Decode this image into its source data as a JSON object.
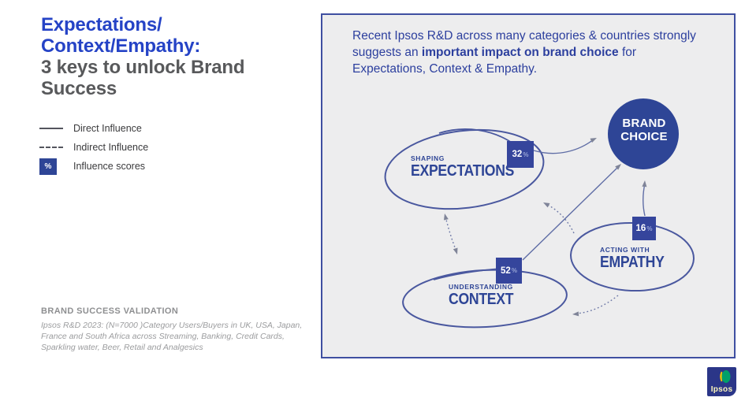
{
  "colors": {
    "title_accent": "#2543c6",
    "title_gray": "#58595b",
    "diagram_blue": "#2e4596",
    "panel_bg": "#ededee",
    "panel_border": "#3f4fa1",
    "intro_text": "#2c3f9e"
  },
  "left": {
    "title": {
      "line1": "Expectations/",
      "line2": "Context/Empathy:",
      "line3": "3 keys to unlock Brand",
      "line4": "Success"
    },
    "legend": {
      "items": [
        {
          "swatch": "solid-line",
          "label": "Direct Influence"
        },
        {
          "swatch": "dashed-line",
          "label": "Indirect Influence"
        },
        {
          "swatch": "percent-box",
          "symbol": "%",
          "label": "Influence scores"
        }
      ]
    },
    "footnote": {
      "heading": "BRAND SUCCESS VALIDATION",
      "body": "Ipsos R&D 2023: (N=7000 )Category Users/Buyers in UK, USA, Japan, France and South Africa across Streaming, Banking, Credit Cards, Sparkling water, Beer, Retail and Analgesics"
    }
  },
  "panel": {
    "intro": {
      "pre": "Recent Ipsos R&D across many categories & countries strongly suggests an ",
      "bold": "important impact on brand choice",
      "post": " for Expectations, Context & Empathy."
    },
    "diagram": {
      "brand_choice": {
        "line1": "BRAND",
        "line2": "CHOICE"
      },
      "expectations": {
        "kicker": "SHAPING",
        "label": "EXPECTATIONS",
        "score": "32",
        "unit": "%"
      },
      "context": {
        "kicker": "UNDERSTANDING",
        "label": "CONTEXT",
        "score": "52",
        "unit": "%"
      },
      "empathy": {
        "kicker": "ACTING WITH",
        "label": "EMPATHY",
        "score": "16",
        "unit": "%"
      },
      "edges": [
        {
          "from": "expectations",
          "to": "brand_choice",
          "type": "direct",
          "score": "32%"
        },
        {
          "from": "context",
          "to": "brand_choice",
          "type": "direct",
          "score": "52%"
        },
        {
          "from": "empathy",
          "to": "brand_choice",
          "type": "direct",
          "score": "16%"
        },
        {
          "from": "expectations",
          "to": "context",
          "type": "indirect",
          "bidirectional": true
        },
        {
          "from": "empathy",
          "to": "expectations",
          "type": "indirect"
        },
        {
          "from": "empathy",
          "to": "context",
          "type": "indirect"
        }
      ]
    }
  },
  "logo": {
    "text": "Ipsos"
  }
}
